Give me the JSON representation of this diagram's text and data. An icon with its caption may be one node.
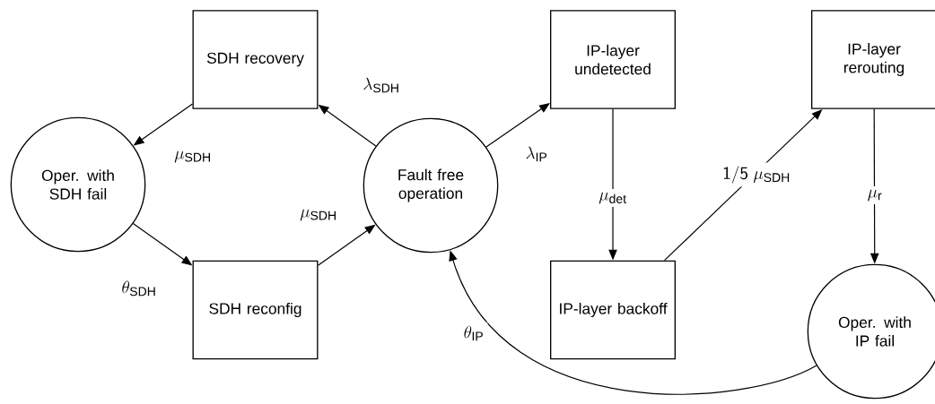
{
  "diagram": {
    "nodes": [
      {
        "text": [
          "SDH recovery"
        ]
      },
      {
        "text": [
          "IP-layer undetected"
        ]
      },
      {
        "text": [
          "IP-layer rerouting"
        ]
      },
      {
        "text": [
          "Oper. with SDH fail"
        ]
      },
      {
        "text": [
          "Fault free operation"
        ]
      },
      {
        "text": [
          "SDH reconfig"
        ]
      },
      {
        "text": [
          "IP-layer backoff"
        ]
      },
      {
        "text": [
          "Oper. with IP fail"
        ]
      }
    ],
    "edges": [
      {
        "from": 4,
        "to": 0,
        "arrow": "to",
        "label": "\\lambda_{\\mathrm{SDH}}"
      },
      {
        "from": 0,
        "to": 3,
        "arrow": "to",
        "label": "\\mu_{\\mathrm{SDH}}"
      },
      {
        "from": 3,
        "to": 5,
        "arrow": "to",
        "label": "\\theta_{\\mathrm{SDH}}"
      },
      {
        "from": 5,
        "to": 4,
        "arrow": "to",
        "label": "\\mu_{\\mathrm{SDH}}"
      },
      {
        "from": 4,
        "to": 1,
        "arrow": "to",
        "label": "\\lambda_{\\mathrm{IP}}"
      },
      {
        "from": 1,
        "to": 6,
        "arrow": "to",
        "label": "\\mu_{\\mathrm{det}}"
      },
      {
        "from": 6,
        "to": 2,
        "arrow": "to",
        "label": "\\mathsf{1/5}\\;\\mu_{\\mathrm{SDH}}"
      },
      {
        "from": 2,
        "to": 7,
        "arrow": "to",
        "label": "\\mu_{\\mathrm{r}}"
      },
      {
        "from": 7,
        "to": 4,
        "arrow": "to",
        "label": "\\theta_{\\mathrm{IP}}"
      }
    ]
  }
}
